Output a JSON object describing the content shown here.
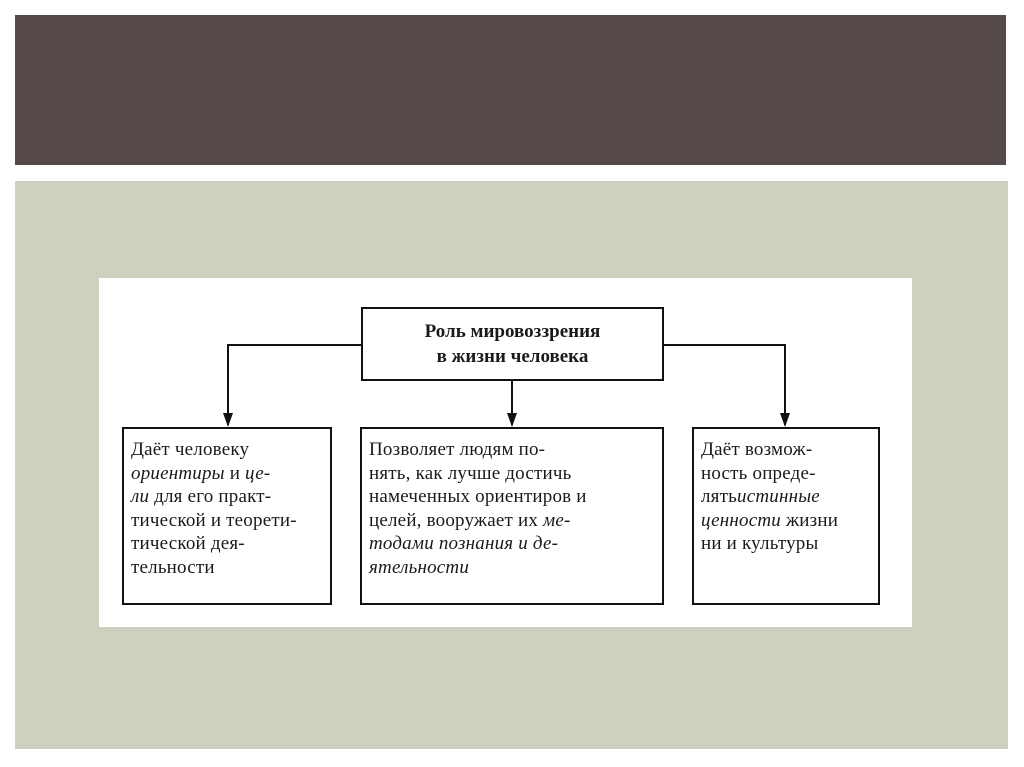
{
  "title_bar": {
    "color": "#554a49"
  },
  "content_area": {
    "color": "#cdd1bf"
  },
  "diagram": {
    "root": {
      "lines": [
        "Роль мировоззрения",
        "в жизни человека"
      ]
    },
    "children": [
      {
        "lines": [
          [
            {
              "t": "Даёт человеку",
              "i": false
            }
          ],
          [
            {
              "t": "ориентиры",
              "i": true
            },
            {
              "t": " и ",
              "i": false
            },
            {
              "t": "це-",
              "i": true
            }
          ],
          [
            {
              "t": "ли",
              "i": true
            },
            {
              "t": " для его практ-",
              "i": false
            }
          ],
          [
            {
              "t": "тической и теорети-",
              "i": false
            }
          ],
          [
            {
              "t": "тической дея-",
              "i": false
            }
          ],
          [
            {
              "t": "тельности",
              "i": false
            }
          ]
        ]
      },
      {
        "lines": [
          [
            {
              "t": "Позволяет людям по-",
              "i": false
            }
          ],
          [
            {
              "t": "нять, как лучше достичь",
              "i": false
            }
          ],
          [
            {
              "t": "намеченных ориентиров и",
              "i": false
            }
          ],
          [
            {
              "t": "целей, вооружает их ",
              "i": false
            },
            {
              "t": "ме-",
              "i": true
            }
          ],
          [
            {
              "t": "тодами познания и де-",
              "i": true
            }
          ],
          [
            {
              "t": "ятельности",
              "i": true
            }
          ]
        ]
      },
      {
        "lines": [
          [
            {
              "t": "Даёт возмож-",
              "i": false
            }
          ],
          [
            {
              "t": "ность опреде-",
              "i": false
            }
          ],
          [
            {
              "t": "лять",
              "i": false
            },
            {
              "t": "истинные",
              "i": true
            }
          ],
          [
            {
              "t": "ценности",
              "i": true
            },
            {
              "t": " жизни",
              "i": false
            }
          ],
          [
            {
              "t": "ни и культуры",
              "i": false
            }
          ]
        ]
      }
    ]
  }
}
